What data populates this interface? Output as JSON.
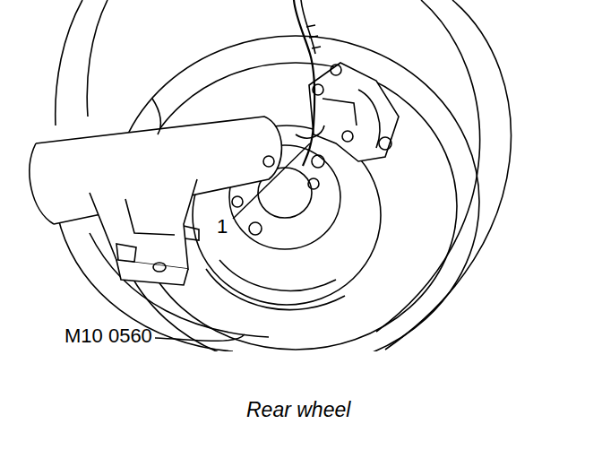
{
  "diagram": {
    "caption": "Rear wheel",
    "labels": [
      "1",
      "M10 0560"
    ]
  }
}
